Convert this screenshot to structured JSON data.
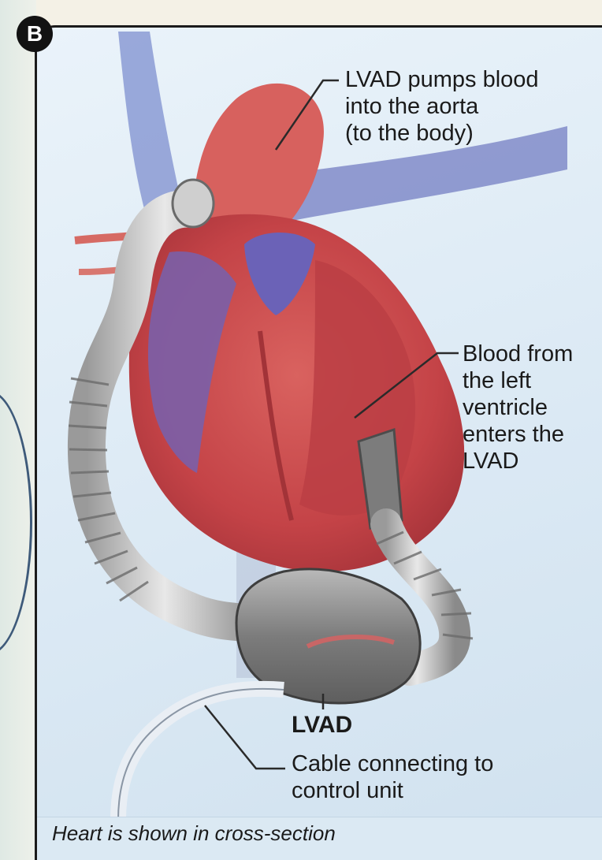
{
  "panel": {
    "badge": "B"
  },
  "labels": {
    "aorta": [
      "LVAD pumps blood",
      "into the aorta",
      "(to the body)"
    ],
    "blood": [
      "Blood from",
      "the left",
      "ventricle",
      "enters the",
      "LVAD"
    ],
    "lvad_title": "LVAD",
    "cable": [
      "Cable connecting to",
      "control unit"
    ]
  },
  "caption": "Heart is shown in cross-section",
  "colors": {
    "heart_red": "#c8454a",
    "vein_blue": "#6a70b8",
    "device_gray": "#8a8a8a",
    "background": "#dbe9f4"
  }
}
